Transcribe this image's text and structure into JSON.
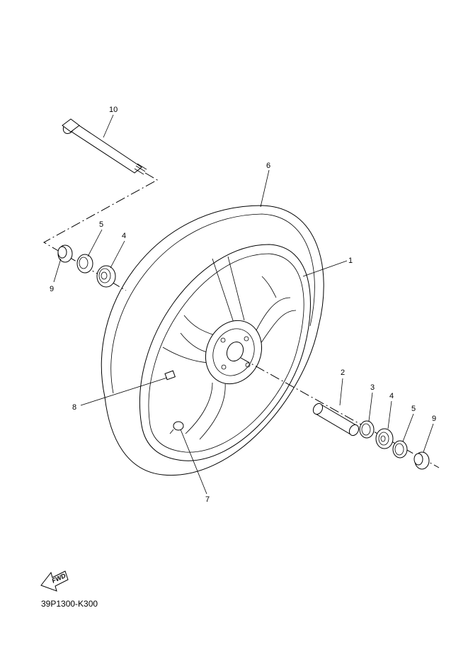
{
  "diagram": {
    "callouts": {
      "c1": "1",
      "c2": "2",
      "c3": "3",
      "c4a": "4",
      "c4b": "4",
      "c5a": "5",
      "c5b": "5",
      "c6": "6",
      "c7": "7",
      "c8": "8",
      "c9a": "9",
      "c9b": "9",
      "c10": "10"
    },
    "fwd_label": "FWD",
    "drawing_code": "39P1300-K300"
  },
  "colors": {
    "line": "#000000",
    "background": "#ffffff"
  }
}
